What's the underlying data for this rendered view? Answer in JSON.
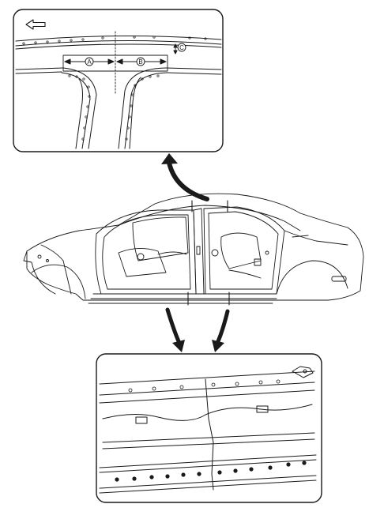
{
  "figure": {
    "labels": {
      "a": "A",
      "b": "B",
      "c": "C"
    },
    "icons": {
      "direction": "left-arrow-icon",
      "callout_top": "curved-arrow-icon",
      "callout_bottom": "down-arrow-icon"
    },
    "colors": {
      "line": "#1a1a1a",
      "background": "#ffffff"
    }
  }
}
